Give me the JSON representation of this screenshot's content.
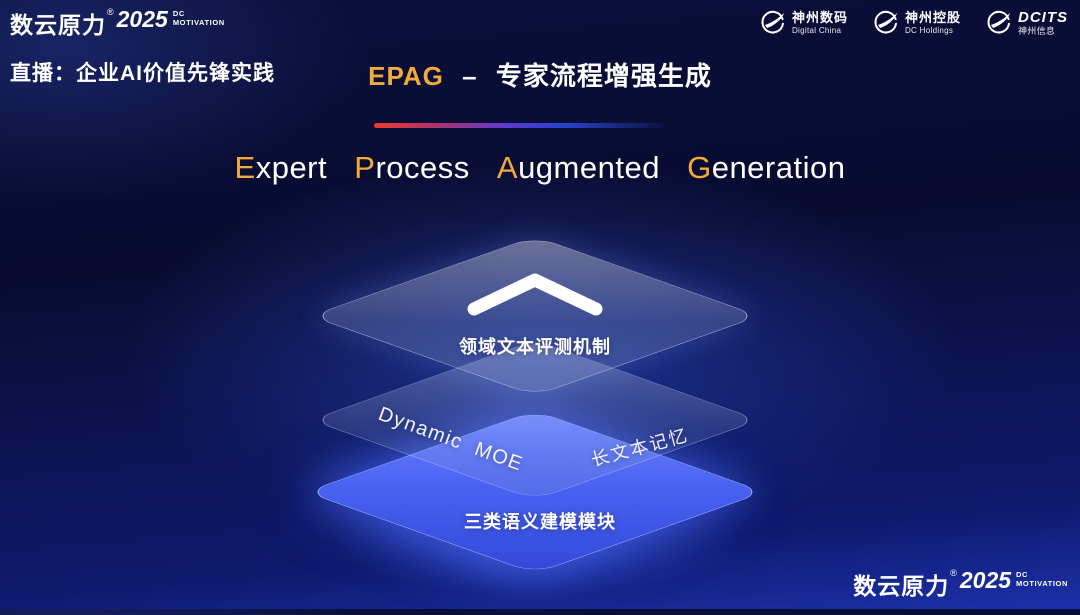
{
  "brand": {
    "name": "数云原力",
    "reg": "®",
    "year": "2025",
    "sub_top": "DC",
    "sub_bottom": "MOTIVATION"
  },
  "header": {
    "live_label": "直播：企业AI价值先锋实践",
    "title": {
      "highlight": "EPAG",
      "sep": "–",
      "rest": "专家流程增强生成"
    },
    "partners": [
      {
        "name": "神州数码",
        "subtitle": "Digital China"
      },
      {
        "name": "神州控股",
        "subtitle": "DC Holdings"
      },
      {
        "name": "DCITS",
        "subtitle": "神州信息"
      }
    ]
  },
  "subtitle": {
    "words": [
      {
        "cap": "E",
        "rest": "xpert"
      },
      {
        "cap": "P",
        "rest": "rocess"
      },
      {
        "cap": "A",
        "rest": "ugmented"
      },
      {
        "cap": "G",
        "rest": "eneration"
      }
    ]
  },
  "diagram": {
    "top_layer_label": "领域文本评测机制",
    "middle_layer_label_left": "Dynamic  MOE",
    "middle_layer_label_right": "长文本记忆",
    "bottom_layer_label": "三类语义建模模块"
  },
  "colors": {
    "gold": "#f0ab3a",
    "accent_red": "#ef3b2d",
    "layer_blue": "#4a63f2"
  }
}
